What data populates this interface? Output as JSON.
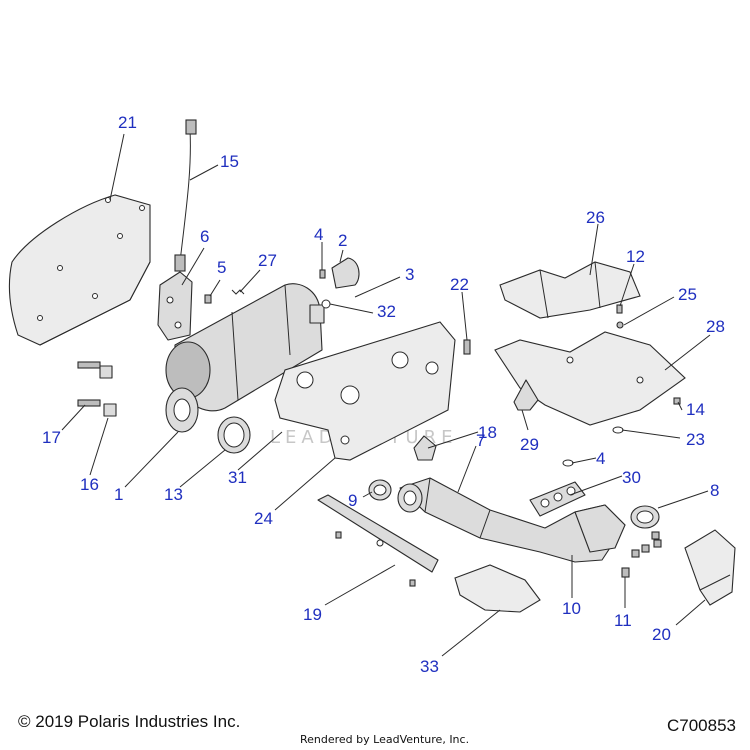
{
  "watermark": "LEADVENTURE",
  "footer": {
    "copyright": "© 2019 Polaris Industries Inc.",
    "diagram_id": "C700853",
    "rendered_by": "Rendered by LeadVenture, Inc."
  },
  "callouts": [
    {
      "id": "c21",
      "label": "21"
    },
    {
      "id": "c15",
      "label": "15"
    },
    {
      "id": "c6",
      "label": "6"
    },
    {
      "id": "c5",
      "label": "5"
    },
    {
      "id": "c27",
      "label": "27"
    },
    {
      "id": "c4a",
      "label": "4"
    },
    {
      "id": "c2",
      "label": "2"
    },
    {
      "id": "c3",
      "label": "3"
    },
    {
      "id": "c32",
      "label": "32"
    },
    {
      "id": "c22",
      "label": "22"
    },
    {
      "id": "c26",
      "label": "26"
    },
    {
      "id": "c12",
      "label": "12"
    },
    {
      "id": "c25",
      "label": "25"
    },
    {
      "id": "c28",
      "label": "28"
    },
    {
      "id": "c14",
      "label": "14"
    },
    {
      "id": "c23",
      "label": "23"
    },
    {
      "id": "c17",
      "label": "17"
    },
    {
      "id": "c16",
      "label": "16"
    },
    {
      "id": "c1",
      "label": "1"
    },
    {
      "id": "c13",
      "label": "13"
    },
    {
      "id": "c31",
      "label": "31"
    },
    {
      "id": "c24",
      "label": "24"
    },
    {
      "id": "c18",
      "label": "18"
    },
    {
      "id": "c29",
      "label": "29"
    },
    {
      "id": "c4b",
      "label": "4"
    },
    {
      "id": "c7",
      "label": "7"
    },
    {
      "id": "c30",
      "label": "30"
    },
    {
      "id": "c9",
      "label": "9"
    },
    {
      "id": "c8",
      "label": "8"
    },
    {
      "id": "c19",
      "label": "19"
    },
    {
      "id": "c10",
      "label": "10"
    },
    {
      "id": "c11",
      "label": "11"
    },
    {
      "id": "c20",
      "label": "20"
    },
    {
      "id": "c33",
      "label": "33"
    }
  ]
}
